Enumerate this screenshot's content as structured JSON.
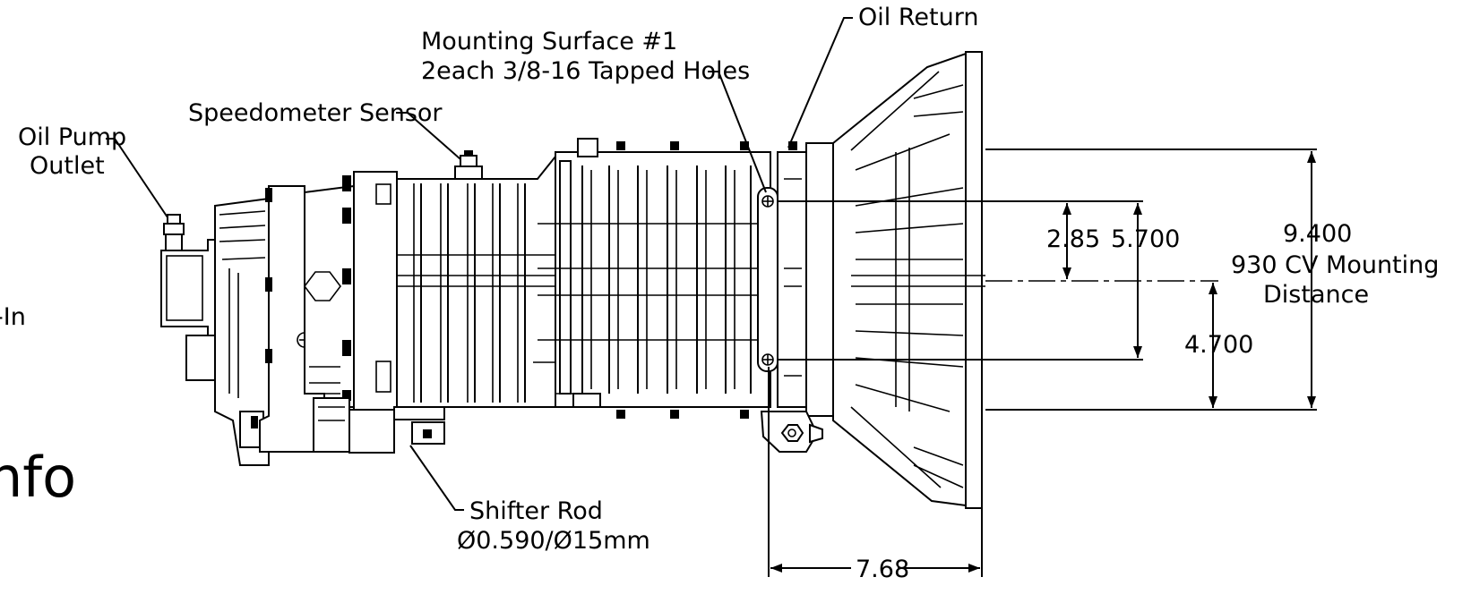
{
  "labels": {
    "oil_return": "Oil Return",
    "mounting_surface_line1": "Mounting Surface #1",
    "mounting_surface_line2": "2each 3/8-16 Tapped Holes",
    "speedometer_sensor": "Speedometer Sensor",
    "oil_pump_outlet_line1": "Oil Pump",
    "oil_pump_outlet_line2": "Outlet",
    "shifter_rod_line1": "Shifter Rod",
    "shifter_rod_line2": "Ø0.590/Ø15mm",
    "cut_off_in": "-In",
    "cut_off_info": "nfo"
  },
  "dimensions": {
    "dim_285": "2.85",
    "dim_5700": "5.700",
    "dim_9400": "9.400",
    "dim_930_line1": "930 CV Mounting",
    "dim_930_line2": "Distance",
    "dim_4700": "4.700",
    "dim_768": "7.68"
  },
  "colors": {
    "line": "#000000",
    "background": "#ffffff"
  }
}
